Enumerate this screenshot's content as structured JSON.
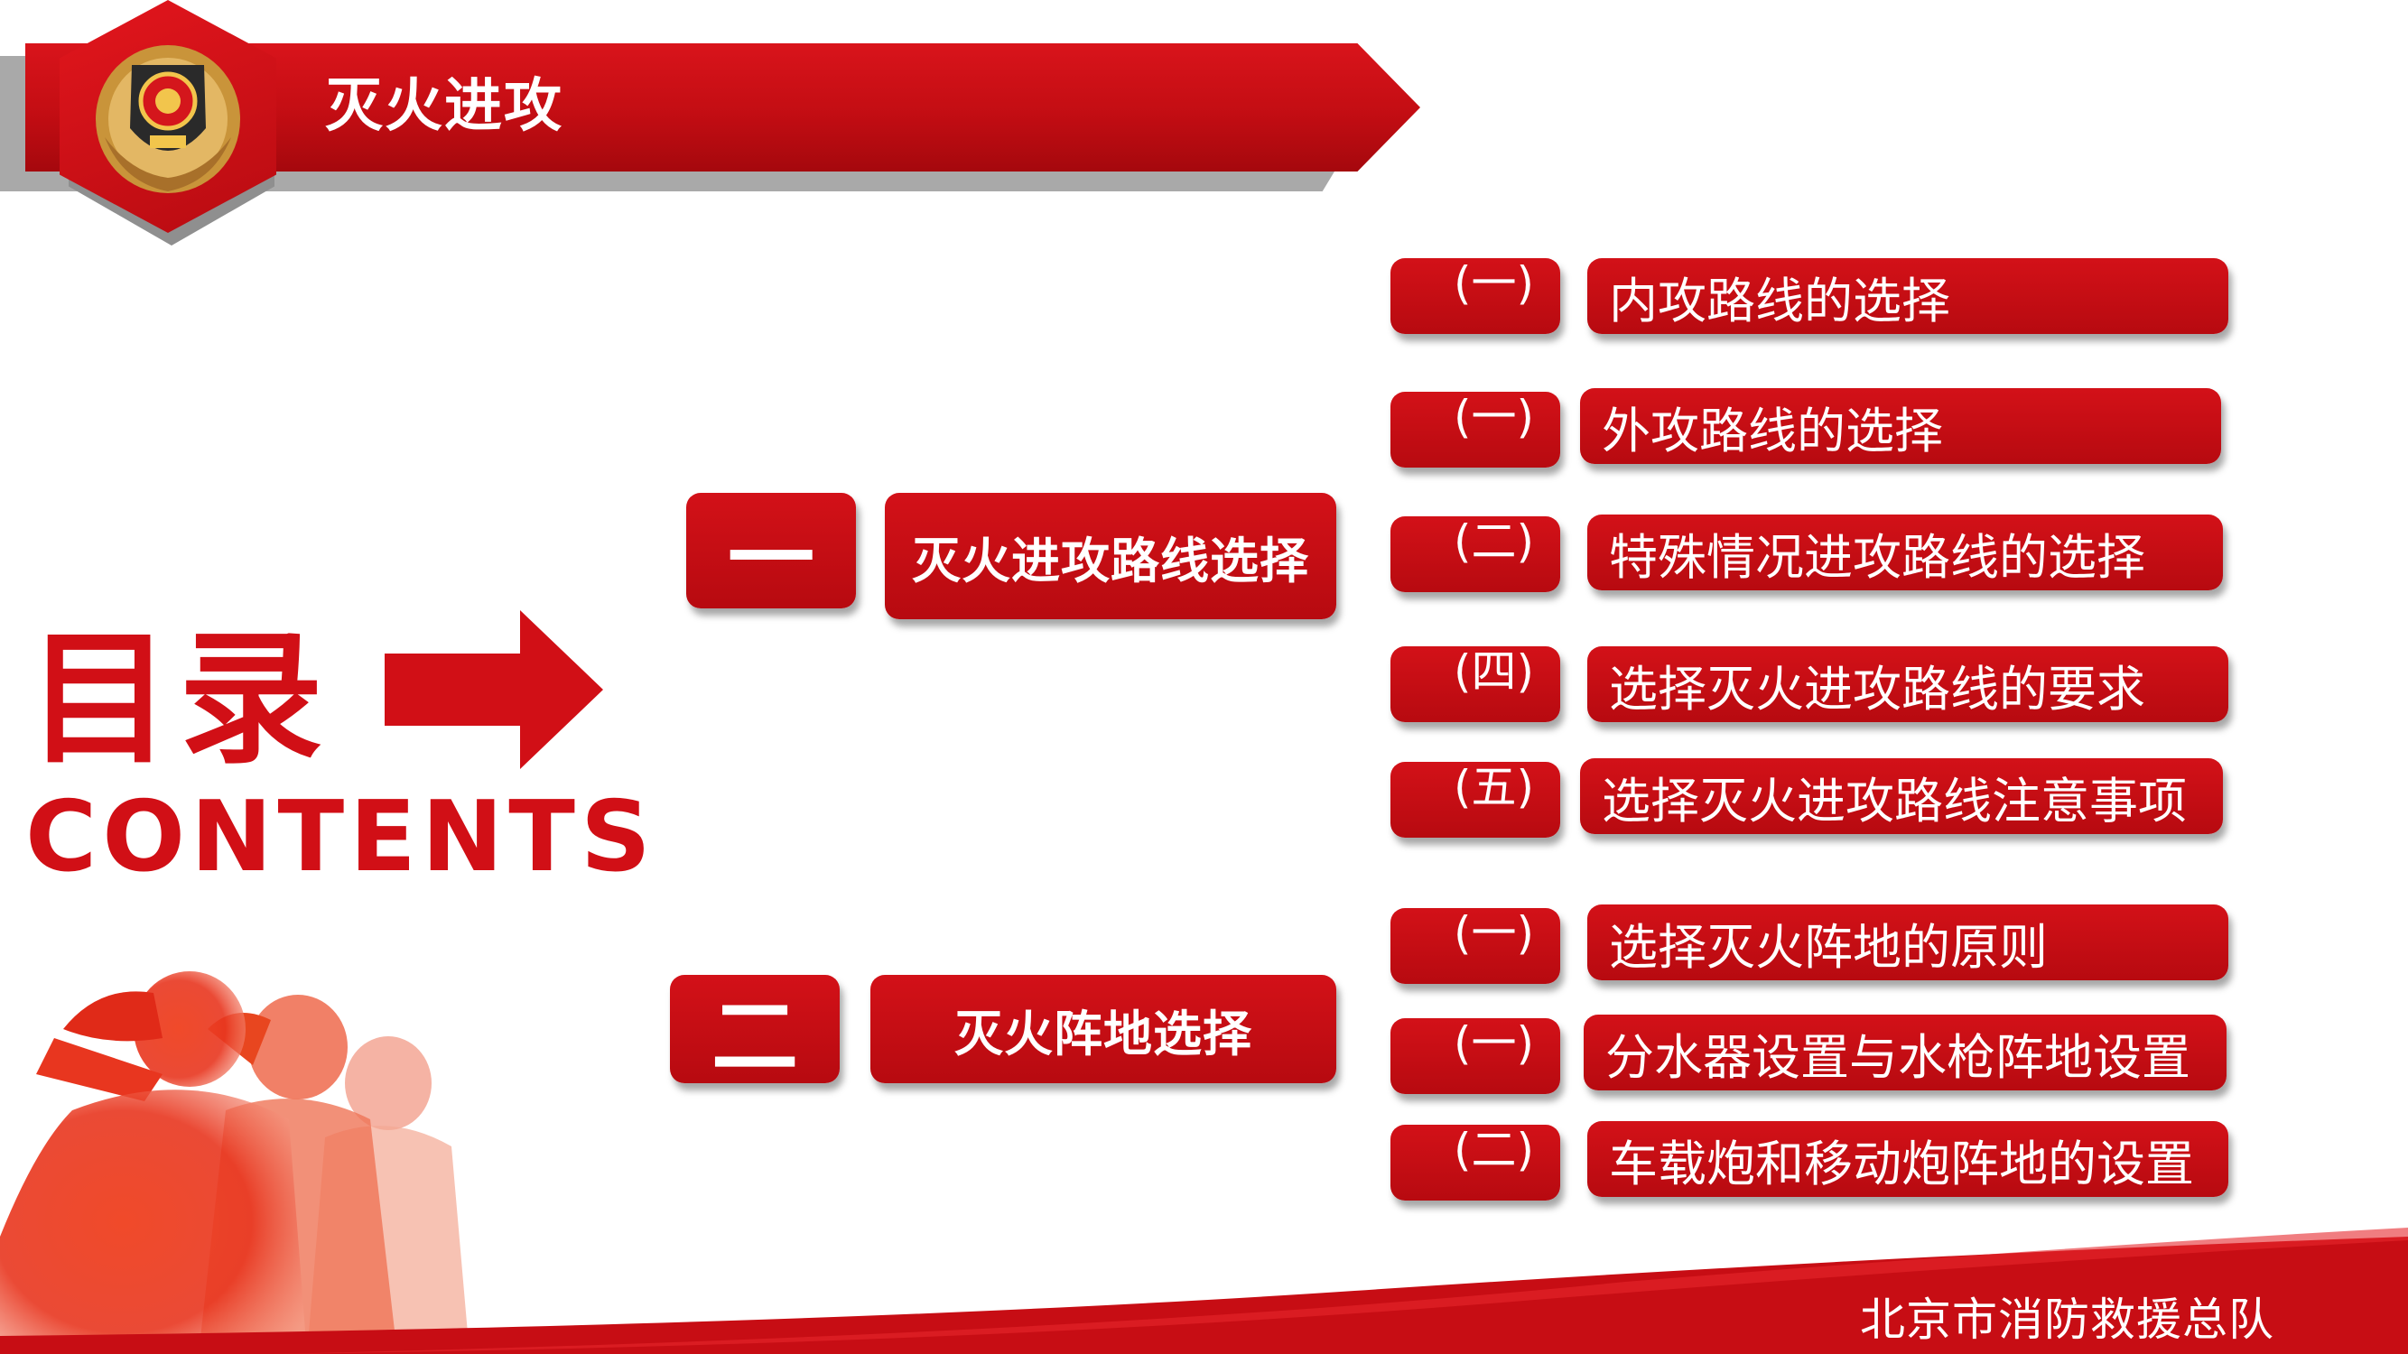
{
  "header": {
    "title": "灭火进攻"
  },
  "left": {
    "title_cn": "目录",
    "title_en": "CONTENTS"
  },
  "sections": [
    {
      "number": "一",
      "title": "灭火进攻路线选择",
      "items": [
        {
          "number": "(一)",
          "label": "内攻路线的选择"
        },
        {
          "number": "(一)",
          "label": "外攻路线的选择"
        },
        {
          "number": "(二)",
          "label": "特殊情况进攻路线的选择"
        },
        {
          "number": "(四)",
          "label": "选择灭火进攻路线的要求"
        },
        {
          "number": "(五)",
          "label": "选择灭火进攻路线注意事项"
        }
      ]
    },
    {
      "number": "二",
      "title": "灭火阵地选择",
      "items": [
        {
          "number": "(一)",
          "label": "选择灭火阵地的原则"
        },
        {
          "number": "(一)",
          "label": "分水器设置与水枪阵地设置"
        },
        {
          "number": "(二)",
          "label": "车载炮和移动炮阵地的设置"
        }
      ]
    }
  ],
  "footer": {
    "org": "北京市消防救援总队"
  },
  "colors": {
    "primary_red": "#d10f16",
    "dark_red": "#b70a10",
    "shadow_gray": "#9a9a9a"
  },
  "icons": {
    "emblem": "fire-rescue-emblem-icon",
    "arrow": "right-arrow-icon",
    "silhouette": "saluting-soldiers-silhouette"
  }
}
